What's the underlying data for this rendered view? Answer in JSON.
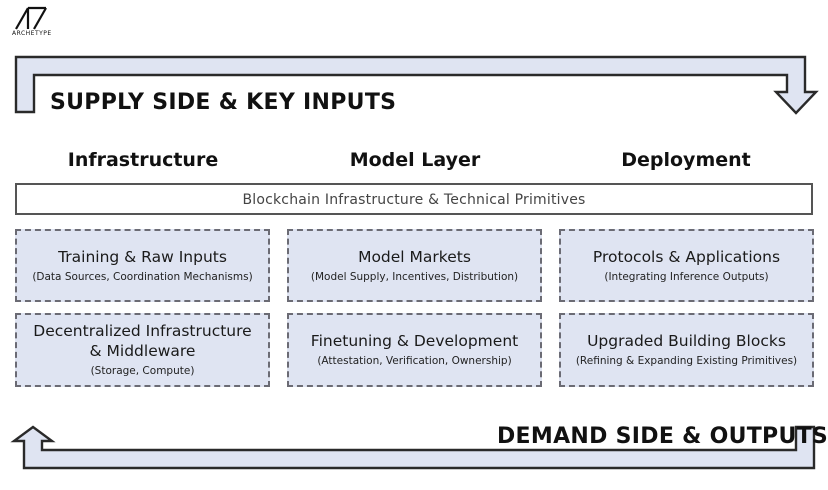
{
  "logo": {
    "text": "ARCHETYPE"
  },
  "supply": {
    "title": "SUPPLY SIDE & KEY INPUTS"
  },
  "demand": {
    "title": "DEMAND SIDE & OUTPUTS"
  },
  "columns": [
    "Infrastructure",
    "Model Layer",
    "Deployment"
  ],
  "band": {
    "label": "Blockchain Infrastructure & Technical Primitives"
  },
  "cells": [
    {
      "title": "Training & Raw Inputs",
      "sub": "(Data Sources, Coordination Mechanisms)"
    },
    {
      "title": "Model Markets",
      "sub": "(Model Supply, Incentives, Distribution)"
    },
    {
      "title": "Protocols & Applications",
      "sub": "(Integrating Inference Outputs)"
    },
    {
      "title": "Decentralized Infrastructure & Middleware",
      "sub": "(Storage, Compute)"
    },
    {
      "title": "Finetuning & Development",
      "sub": "(Attestation, Verification, Ownership)"
    },
    {
      "title": "Upgraded Building Blocks",
      "sub": "(Refining & Expanding Existing Primitives)"
    }
  ],
  "colors": {
    "cell_fill": "#dfe4f2",
    "arrow_fill": "#dfe4f2",
    "arrow_stroke": "#2a2a2a"
  }
}
